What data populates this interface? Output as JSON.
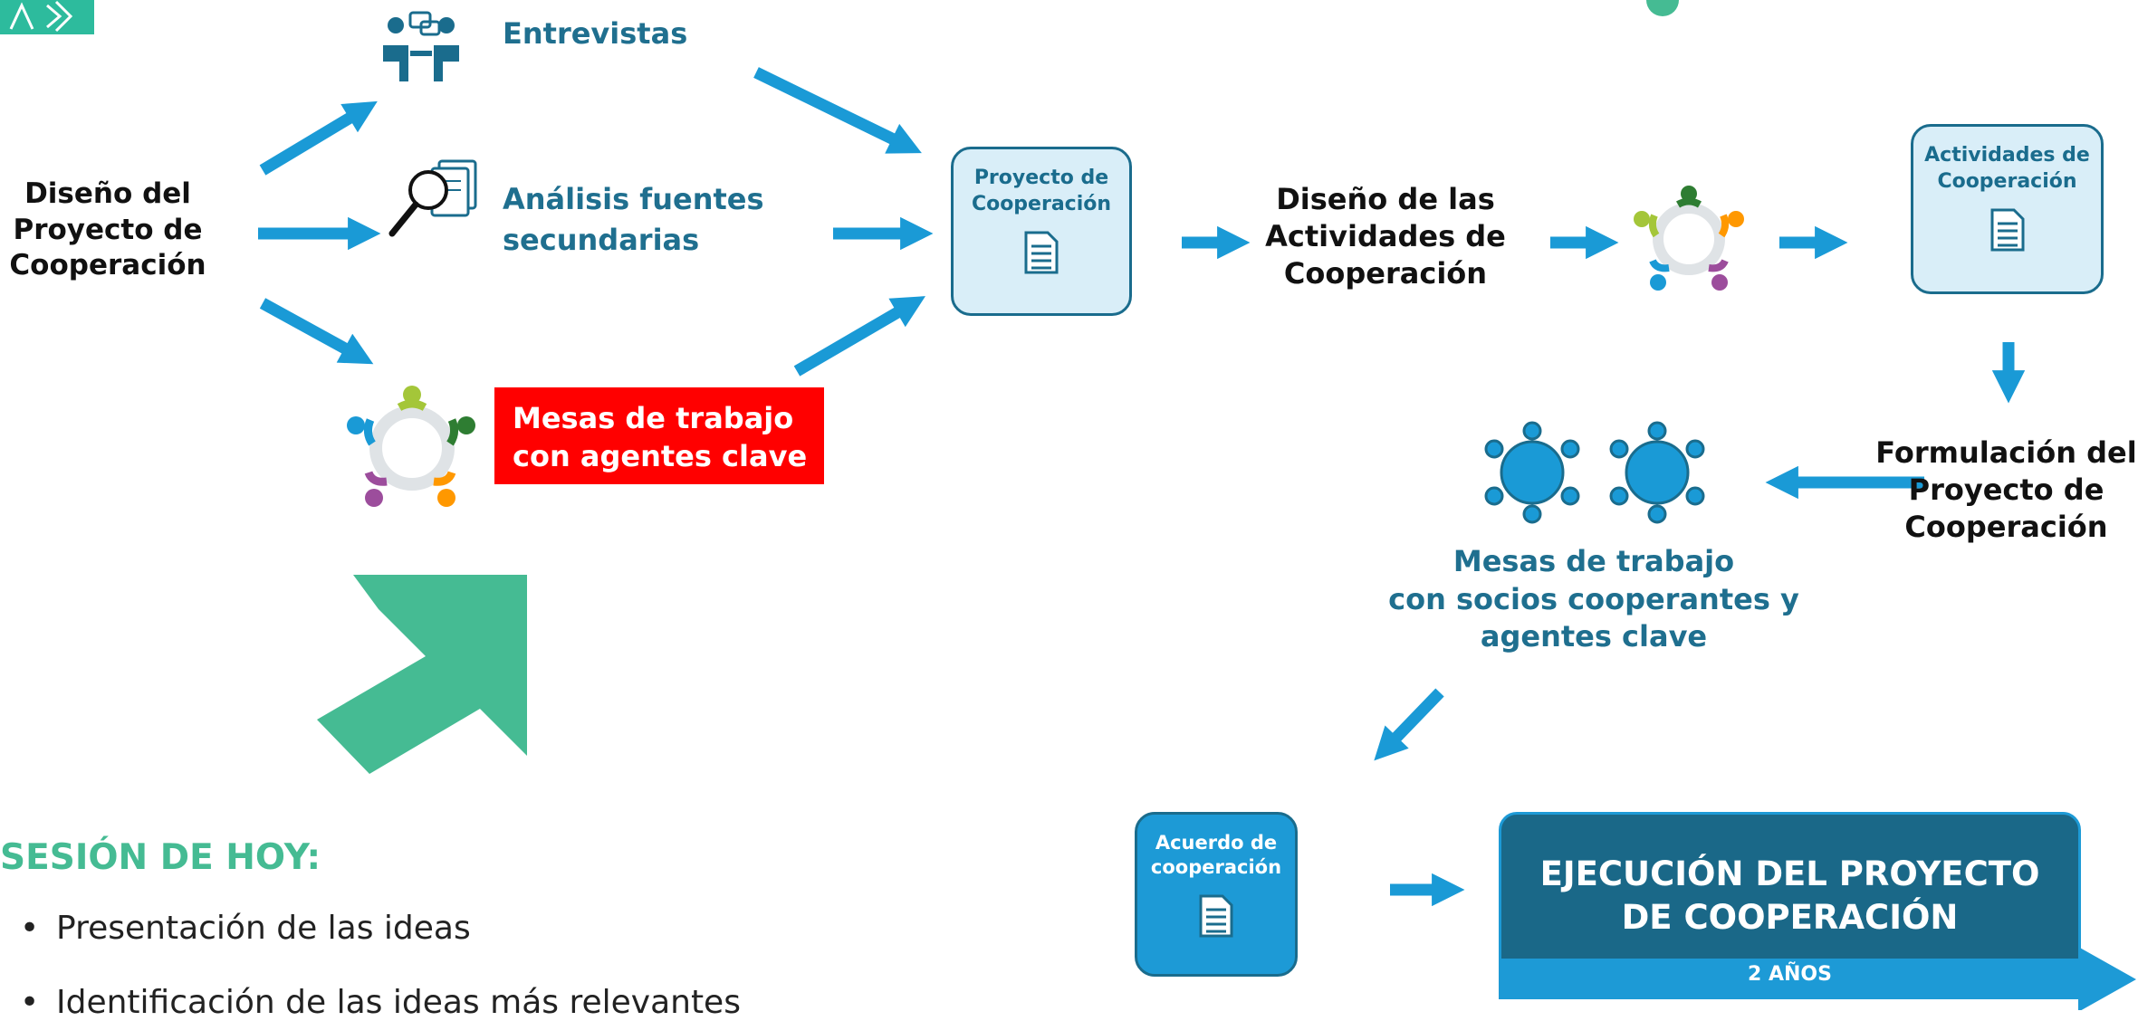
{
  "colors": {
    "blue": "#1a9ad6",
    "dark_blue": "#1a6c8d",
    "teal": "#1f6f8f",
    "green": "#45bb93",
    "red": "#ff0000",
    "light_box": "#d9eef8",
    "mid_box": "#1d9ad6",
    "exec_box": "#1a6888"
  },
  "icons": [
    "logo-icon",
    "interview-icon",
    "magnifier-document-icon",
    "roundtable-icon",
    "document-icon"
  ],
  "left": {
    "diseno_proyecto": "Diseño del\nProyecto de\nCooperación"
  },
  "inputs": {
    "entrevistas": "Entrevistas",
    "analisis": "Análisis fuentes\nsecundarias",
    "mesas": "Mesas de trabajo\ncon agentes clave"
  },
  "boxes": {
    "proyecto": "Proyecto de\nCooperación",
    "actividades": "Actividades de\nCooperación",
    "acuerdo": "Acuerdo de\ncooperación"
  },
  "steps": {
    "diseno_actividades": "Diseño de las\nActividades de\nCooperación",
    "formulacion": "Formulación del\nProyecto de\nCooperación",
    "mesas_socios": "Mesas de trabajo\ncon socios cooperantes y\nagentes clave"
  },
  "execution": {
    "title": "EJECUCIÓN DEL PROYECTO\nDE COOPERACIÓN",
    "duration": "2 AÑOS"
  },
  "session": {
    "title": "SESIÓN DE HOY:",
    "items": [
      "Presentación de las ideas",
      "Identificación de las ideas más relevantes"
    ]
  }
}
